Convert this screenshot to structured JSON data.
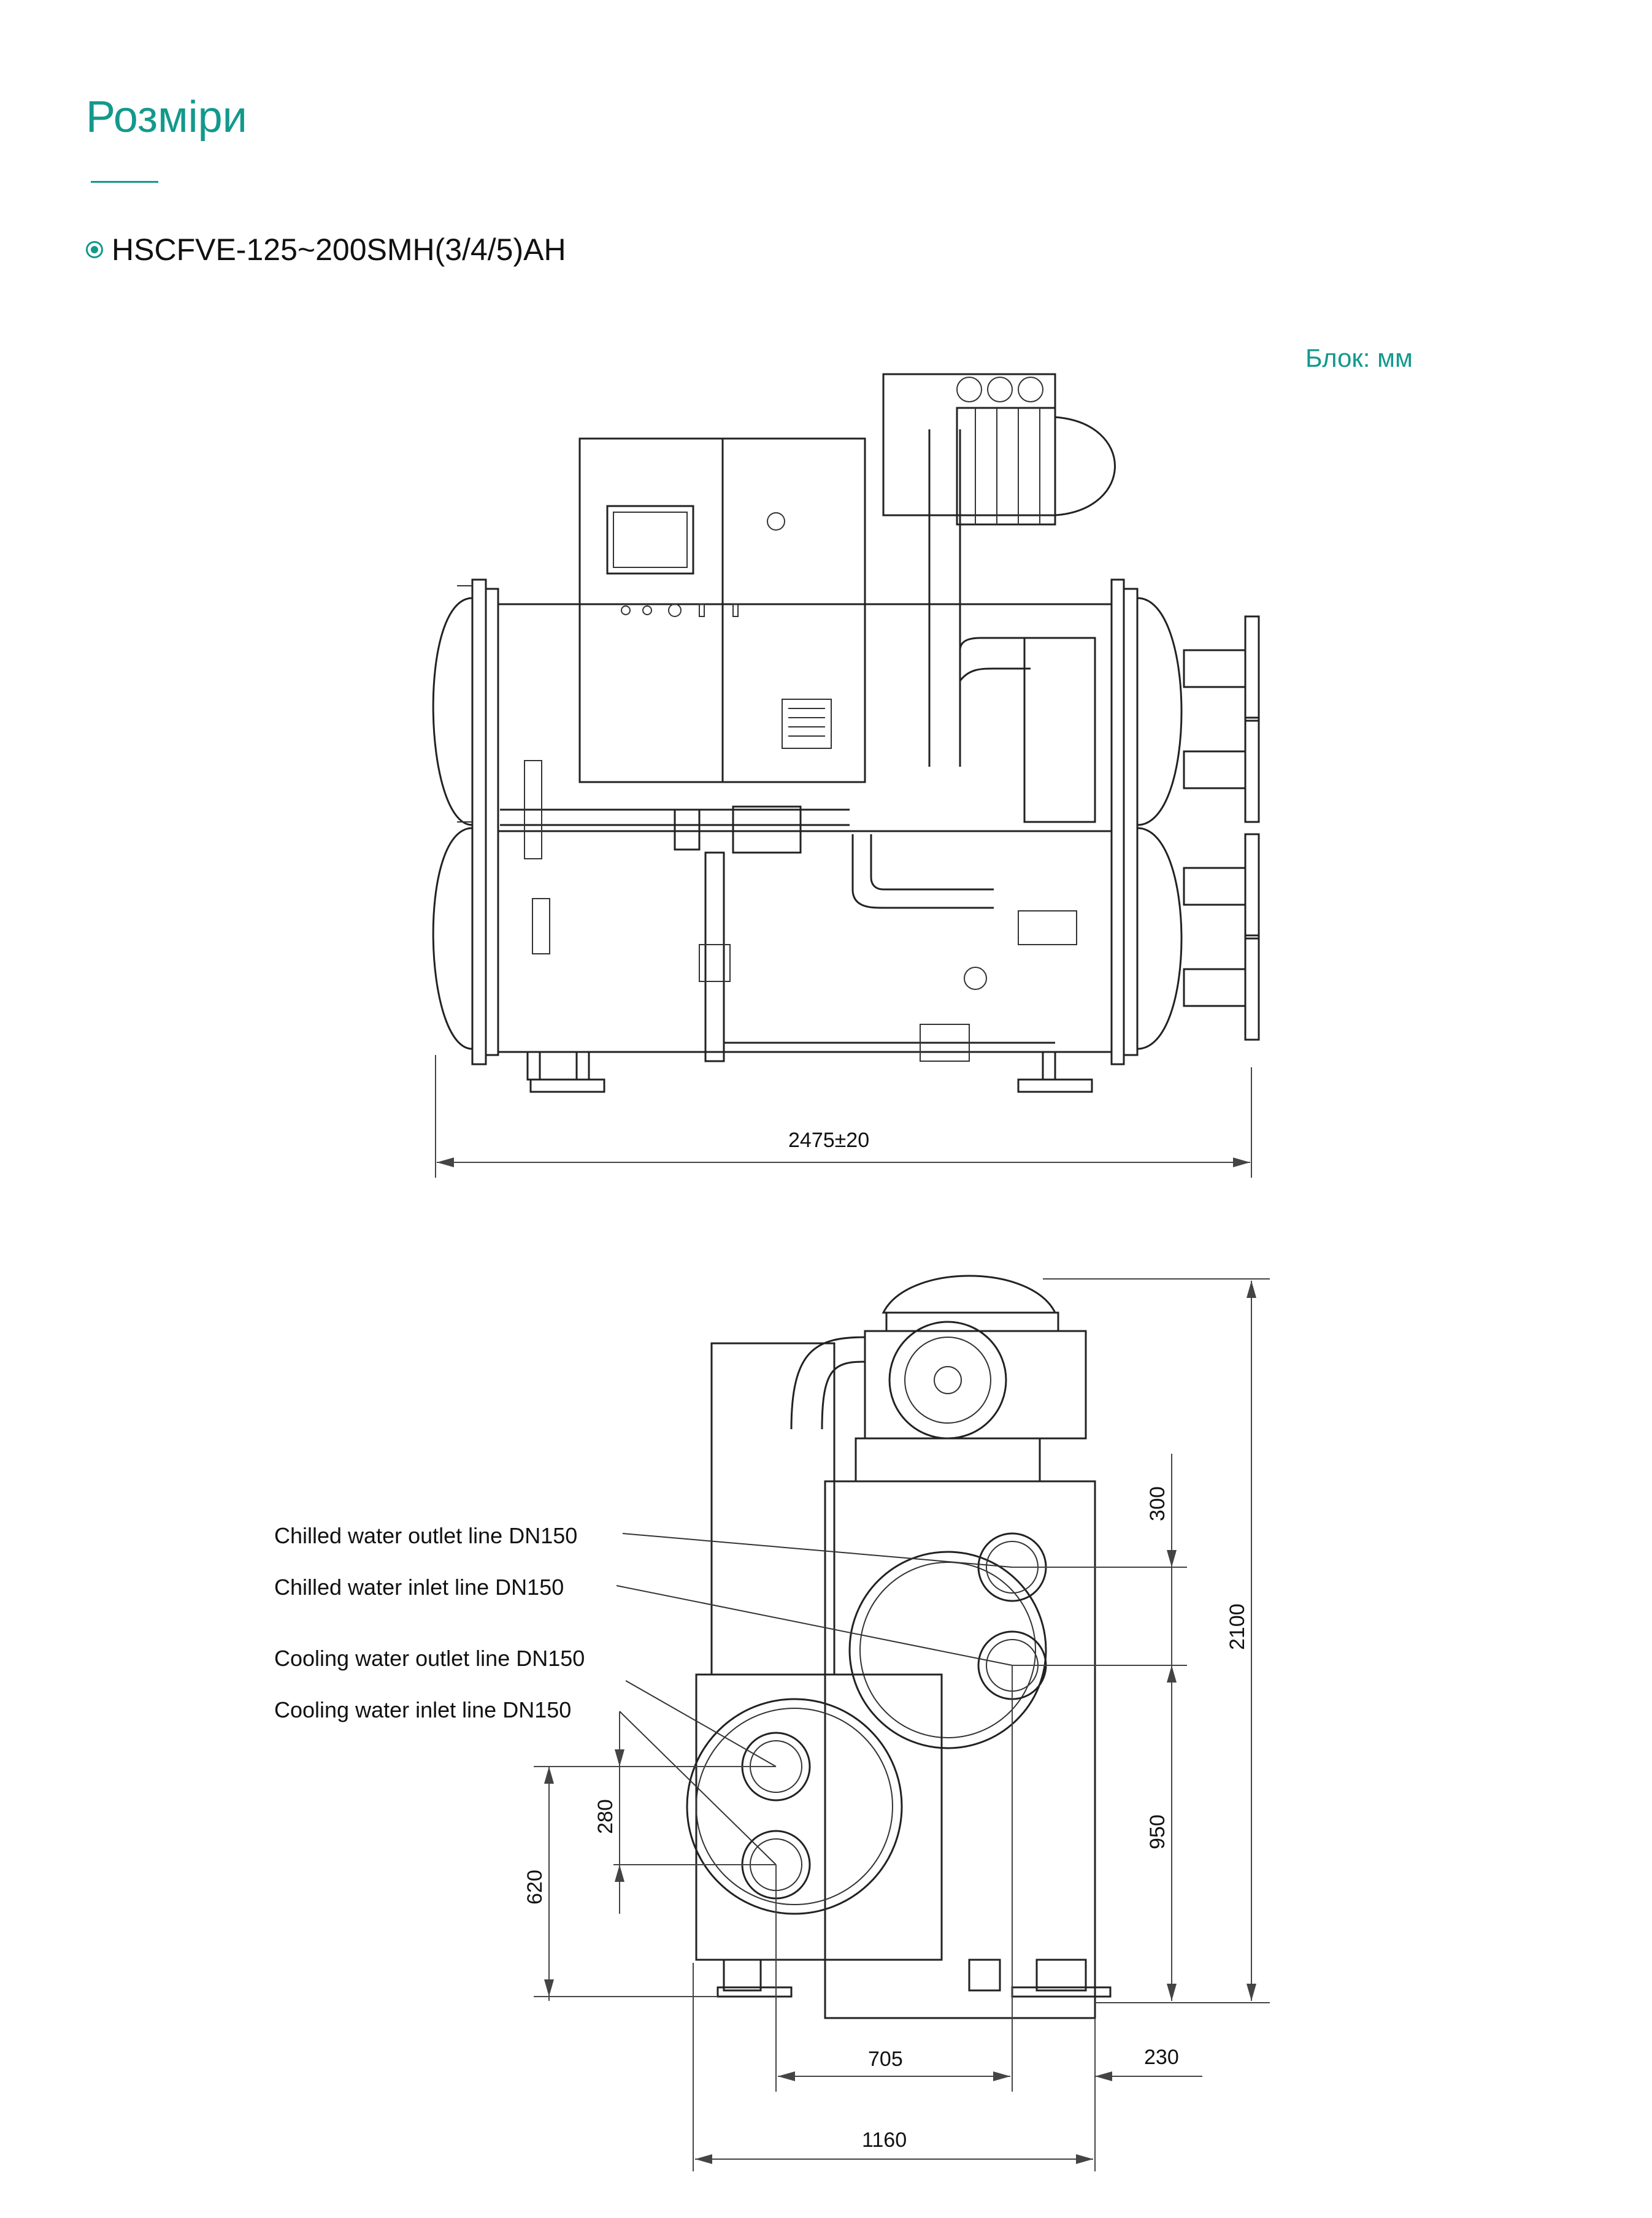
{
  "header": {
    "title": "Розміри",
    "model": "HSCFVE-125~200SMH(3/4/5)AH",
    "unit_label": "Блок: мм"
  },
  "front_view": {
    "width_dim": "2475±20"
  },
  "side_view": {
    "labels": {
      "chilled_outlet": "Chilled water outlet line DN150",
      "chilled_inlet": "Chilled water inlet line DN150",
      "cooling_outlet": "Cooling water outlet line DN150",
      "cooling_inlet": "Cooling water inlet line DN150"
    },
    "dims": {
      "d300": "300",
      "d2100": "2100",
      "d950": "950",
      "d280": "280",
      "d620": "620",
      "d705": "705",
      "d230": "230",
      "d1160": "1160"
    }
  },
  "colors": {
    "accent": "#12998c",
    "line": "#222222"
  }
}
